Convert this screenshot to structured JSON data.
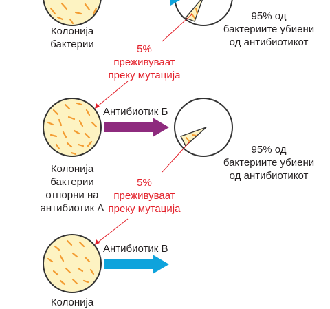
{
  "colors": {
    "dish_fill": "#fdf3c2",
    "dish_stroke": "#333333",
    "bacteria": "#f39c32",
    "arrow_purple": "#8e2b7e",
    "arrow_blue": "#0ea3dc",
    "mutation_text": "#e3202a",
    "mutation_line": "#e3202a"
  },
  "step1": {
    "colony_label": [
      "Колонија",
      "бактерии"
    ],
    "killed_label": [
      "95% од",
      "бактериите убиени",
      "од антибиотикот"
    ],
    "mutation_label": [
      "5%",
      "преживуваат",
      "преку мутација"
    ]
  },
  "step2": {
    "antibiotic": "Антибиотик Б",
    "colony_label": [
      "Колонија",
      "бактерии",
      "отпорни на",
      "антибиотик А"
    ],
    "killed_label": [
      "95% од",
      "бактериите убиени",
      "од антибиотикот"
    ],
    "mutation_label": [
      "5%",
      "преживуваат",
      "преку мутација"
    ]
  },
  "step3": {
    "antibiotic": "Антибиотик В",
    "colony_label": [
      "Колонија"
    ]
  }
}
